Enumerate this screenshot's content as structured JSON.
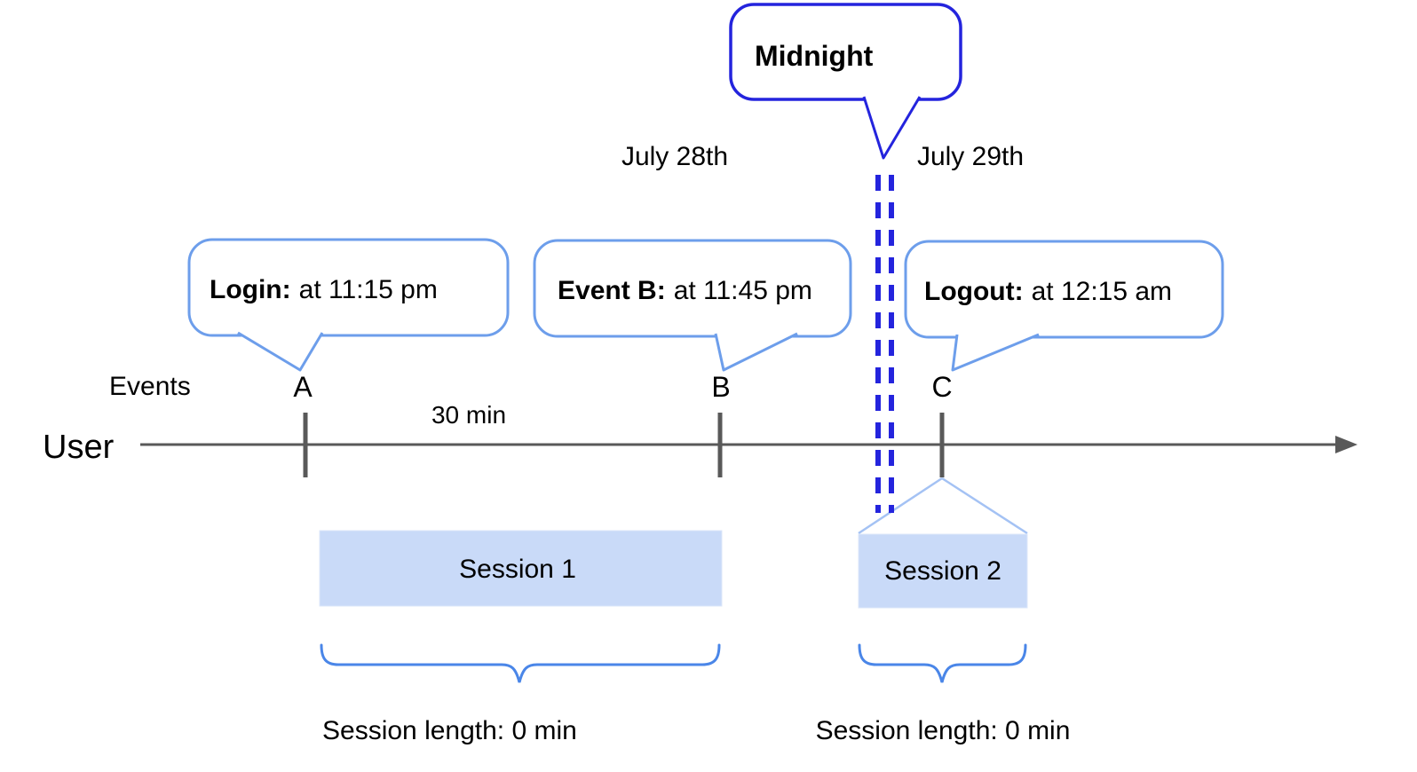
{
  "diagram": {
    "midnight": {
      "label": "Midnight"
    },
    "dates": {
      "left": "July 28th",
      "right": "July 29th"
    },
    "axis": {
      "events_label": "Events",
      "user_label": "User",
      "interval_label": "30 min"
    },
    "markers": [
      "A",
      "B",
      "C"
    ],
    "callouts": [
      {
        "title": "Login:",
        "time": "at 11:15 pm"
      },
      {
        "title": "Event B:",
        "time": "at 11:45 pm"
      },
      {
        "title": "Logout:",
        "time": "at 12:15 am"
      }
    ],
    "sessions": [
      {
        "label": "Session 1",
        "length": "Session length: 0 min"
      },
      {
        "label": "Session 2",
        "length": "Session length: 0 min"
      }
    ],
    "colors": {
      "strong_blue": "#2424dd",
      "cornflower_blue": "#6d9eeb",
      "brace_blue": "#4a86e8",
      "light_blue": "#a4c2f4",
      "session_fill": "#c9daf8",
      "axis_gray": "#595959",
      "text": "#000000"
    }
  }
}
